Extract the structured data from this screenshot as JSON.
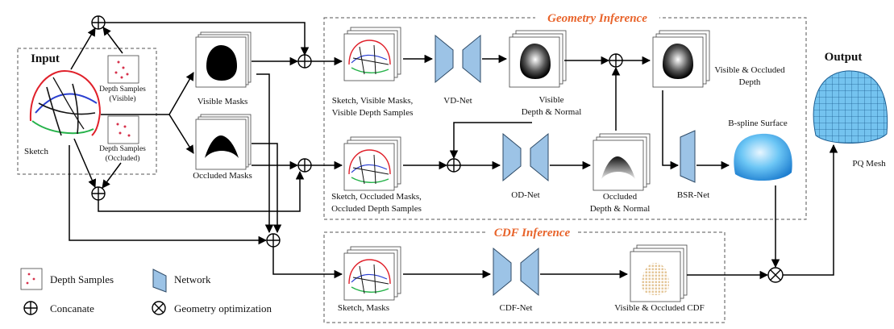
{
  "sections": {
    "input": "Input",
    "geometry": "Geometry Inference",
    "cdf": "CDF Inference",
    "output": "Output"
  },
  "labels": {
    "sketch": "Sketch",
    "depth_visible": [
      "Depth Samples",
      "(Visible)"
    ],
    "depth_occluded": [
      "Depth Samples",
      "(Occluded)"
    ],
    "visible_masks": "Visible Masks",
    "occluded_masks": "Occluded Masks",
    "geo_in_top": [
      "Sketch, Visible Masks,",
      "Visible Depth Samples"
    ],
    "geo_in_bottom": [
      "Sketch, Occluded Masks,",
      "Occluded Depth Samples"
    ],
    "vd_net": "VD-Net",
    "od_net": "OD-Net",
    "bsr_net": "BSR-Net",
    "cdf_net": "CDF-Net",
    "visible_dn": [
      "Visible",
      "Depth & Normal"
    ],
    "occluded_dn": [
      "Occluded",
      "Depth & Normal"
    ],
    "vo_depth": [
      "Visible & Occluded",
      "Depth"
    ],
    "bspline": "B-spline Surface",
    "cdf_in": "Sketch, Masks",
    "vo_cdf": "Visible & Occluded CDF",
    "pq_mesh": "PQ Mesh"
  },
  "legend": {
    "depth_samples": "Depth Samples",
    "network": "Network",
    "concat": "Concanate",
    "geo_opt": "Geometry optimization"
  },
  "colors": {
    "network": "#9cc3e6",
    "section_title": "#e8632a",
    "sketch_red": "#e0202a",
    "sketch_blue": "#2a3fd0",
    "sketch_green": "#26b24a",
    "sample_dot": "#d6304a"
  }
}
